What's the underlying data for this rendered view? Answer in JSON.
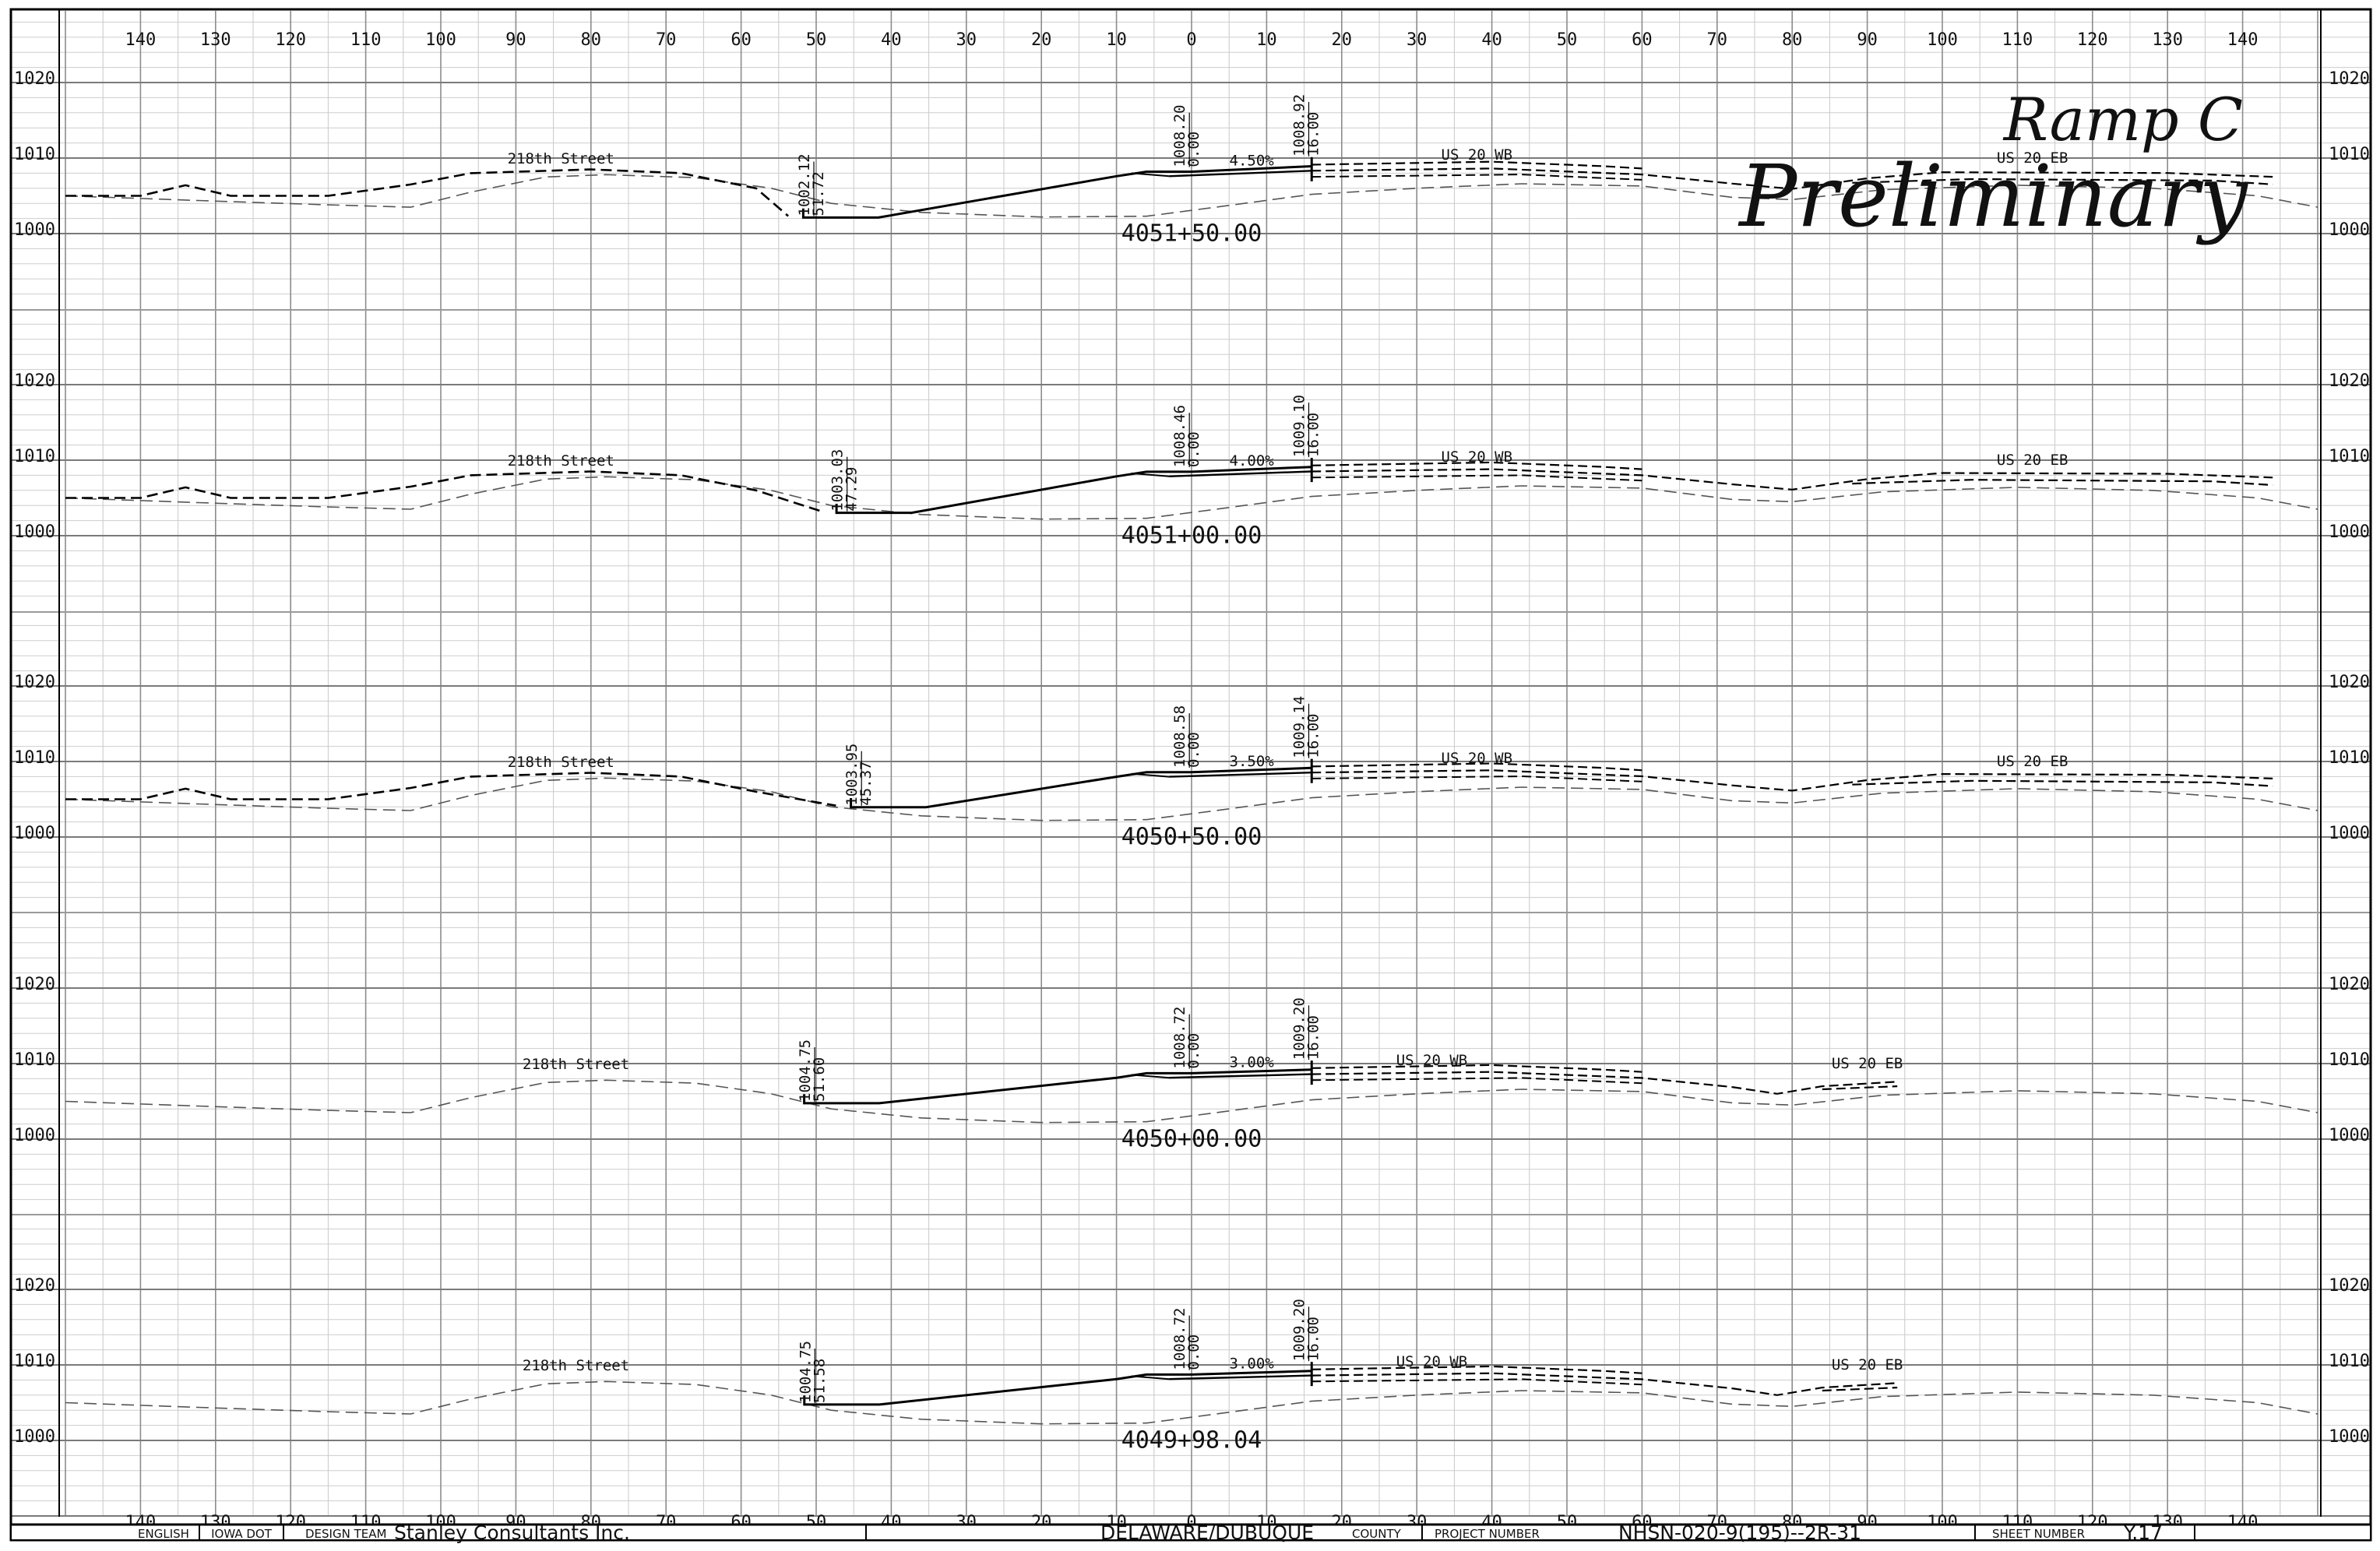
{
  "stamp": {
    "title": "Ramp C",
    "subtitle": "Preliminary"
  },
  "axis": {
    "offsets_top": [
      "140",
      "130",
      "120",
      "110",
      "100",
      "90",
      "80",
      "70",
      "60",
      "50",
      "40",
      "30",
      "20",
      "10",
      "0",
      "10",
      "20",
      "30",
      "40",
      "50",
      "60",
      "70",
      "80",
      "90",
      "100",
      "110",
      "120",
      "130",
      "140"
    ],
    "offsets_bottom": [
      "140",
      "130",
      "120",
      "110",
      "100",
      "90",
      "80",
      "70",
      "60",
      "50",
      "40",
      "30",
      "20",
      "10",
      "0",
      "10",
      "20",
      "30",
      "40",
      "50",
      "60",
      "70",
      "80",
      "90",
      "100",
      "110",
      "120",
      "130",
      "140"
    ],
    "elev_labels": [
      "1020",
      "1010",
      "1000"
    ]
  },
  "sections": [
    {
      "station": "4051+50.00",
      "street_label": "218th Street",
      "left_hinge": [
        "1002.12",
        "51.72"
      ],
      "cl_label": [
        "1008.20",
        "0.00"
      ],
      "edge_label": [
        "1008.92",
        "16.00"
      ],
      "slope": "4.50%",
      "wb_label": "US 20 WB",
      "eb_label": "US 20 EB"
    },
    {
      "station": "4051+00.00",
      "street_label": "218th Street",
      "left_hinge": [
        "1003.03",
        "47.29"
      ],
      "cl_label": [
        "1008.46",
        "0.00"
      ],
      "edge_label": [
        "1009.10",
        "16.00"
      ],
      "slope": "4.00%",
      "wb_label": "US 20 WB",
      "eb_label": "US 20 EB"
    },
    {
      "station": "4050+50.00",
      "street_label": "218th Street",
      "left_hinge": [
        "1003.95",
        "45.37"
      ],
      "cl_label": [
        "1008.58",
        "0.00"
      ],
      "edge_label": [
        "1009.14",
        "16.00"
      ],
      "slope": "3.50%",
      "wb_label": "US 20 WB",
      "eb_label": "US 20 EB"
    },
    {
      "station": "4050+00.00",
      "street_label": "218th Street",
      "left_hinge": [
        "1004.75",
        "51.60"
      ],
      "cl_label": [
        "1008.72",
        "0.00"
      ],
      "edge_label": [
        "1009.20",
        "16.00"
      ],
      "slope": "3.00%",
      "wb_label": "US 20 WB",
      "eb_label": "US 20 EB"
    },
    {
      "station": "4049+98.04",
      "street_label": "218th Street",
      "left_hinge": [
        "1004.75",
        "51.58"
      ],
      "cl_label": [
        "1008.72",
        "0.00"
      ],
      "edge_label": [
        "1009.20",
        "16.00"
      ],
      "slope": "3.00%",
      "wb_label": "US 20 WB",
      "eb_label": "US 20 EB"
    }
  ],
  "title_block": {
    "units": "ENGLISH",
    "agency": "IOWA DOT",
    "design_team_caption": "DESIGN TEAM",
    "design_team": "Stanley Consultants Inc.",
    "county_name": "DELAWARE/DUBUQUE",
    "county_caption": "COUNTY",
    "project_caption": "PROJECT NUMBER",
    "project_number": "NHSN-020-9(195)--2R-31",
    "sheet_caption": "SHEET NUMBER",
    "sheet_number": "Y.17"
  }
}
